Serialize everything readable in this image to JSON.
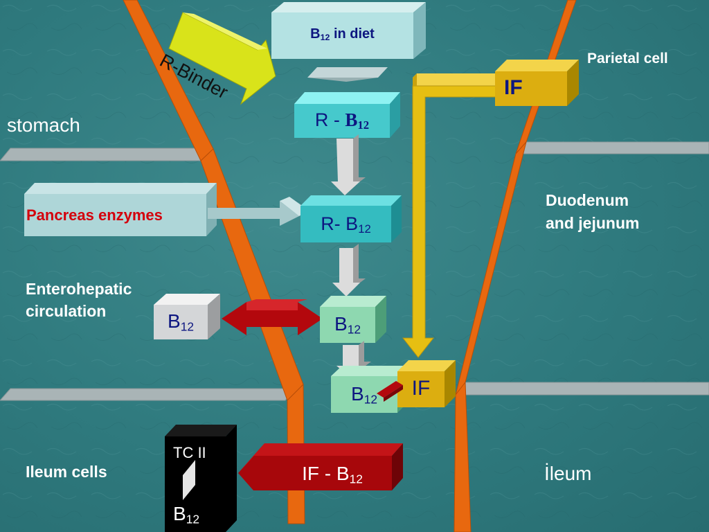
{
  "labels": {
    "stomach": "stomach",
    "parietal_cell": "Parietal cell",
    "duodenum_line1": "Duodenum",
    "duodenum_line2": "and jejunum",
    "enterohepatic_line1": "Enterohepatic",
    "enterohepatic_line2": "circulation",
    "ileum_cells": "Ileum cells",
    "ileum": "İleum"
  },
  "boxes": {
    "b12_diet": {
      "main": "B",
      "sub": "12",
      "suffix": " in diet"
    },
    "r_binder": "R-Binder",
    "r_b12_top": {
      "main": "R - ",
      "b": "B",
      "sub": "12"
    },
    "pancreas": "Pancreas enzymes",
    "r_b12_mid": {
      "main": "R- B",
      "sub": "12"
    },
    "b12_left": {
      "main": "B",
      "sub": "12"
    },
    "b12_center": {
      "main": "B",
      "sub": "12"
    },
    "b12_lower": {
      "main": "B",
      "sub": "12"
    },
    "if_top": "IF",
    "if_lower": "IF",
    "tc2": "TC II",
    "tc2_b12": {
      "main": "B",
      "sub": "12"
    },
    "if_b12": {
      "main": "IF - B",
      "sub": "12"
    }
  },
  "colors": {
    "background": "#2f7a7e",
    "wall": "#e8680f",
    "divider": "#a9b4b6",
    "yellow_arrow": "#e6bf12",
    "red": "#b3080d",
    "pancreas_text": "#d4000c"
  }
}
